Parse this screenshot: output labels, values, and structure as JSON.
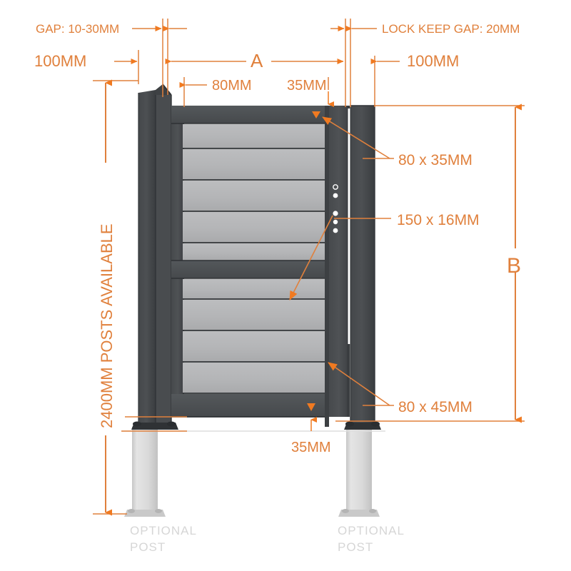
{
  "drawing": {
    "title": "Metal Gate Technical Dimension Drawing",
    "type": "technical-elevation-drawing",
    "colors": {
      "dimension_orange": "#E0803C",
      "arrow_orange": "#F07A21",
      "frame_dark": "#3f4245",
      "frame_dark_alt": "#4b4e51",
      "rail_dark": "#4e5154",
      "slat_light": "#b3b4b6",
      "slat_light_alt": "#b9babc",
      "optional_post": "#dcdcdc",
      "optional_post_edge": "#c9c9c9",
      "optional_text_grey": "#d6d6d6",
      "background": "#ffffff"
    }
  },
  "labels": {
    "gap_top_left": "GAP: 10-30MM",
    "lock_keep_gap": "LOCK KEEP GAP: 20MM",
    "post_left_width": "100MM",
    "post_right_width": "100MM",
    "width_a": "A",
    "height_b": "B",
    "stile_left": "80MM",
    "stile_right": "35MM",
    "top_rail_callout": "80 x 35MM",
    "lock_stile_callout": "150 x 16MM",
    "bottom_rail_callout": "80 x 45MM",
    "ground_gap": "35MM",
    "posts_available": "2400MM POSTS AVAILABLE",
    "optional_post_left_line1": "OPTIONAL",
    "optional_post_left_line2": "POST",
    "optional_post_right_line1": "OPTIONAL",
    "optional_post_right_line2": "POST"
  },
  "dimensions": {
    "gap_hinge_side_mm": "10-30",
    "lock_keep_gap_mm": "20",
    "post_width_mm": "100",
    "hinge_stile_mm": "80",
    "lock_stile_face_mm": "35",
    "top_rail_mm": "80 x 35",
    "lock_stile_mm": "150 x 16",
    "bottom_rail_mm": "80 x 45",
    "ground_clearance_mm": "35",
    "optional_post_height_mm": "2400",
    "overall_width_label": "A",
    "overall_height_label": "B"
  }
}
